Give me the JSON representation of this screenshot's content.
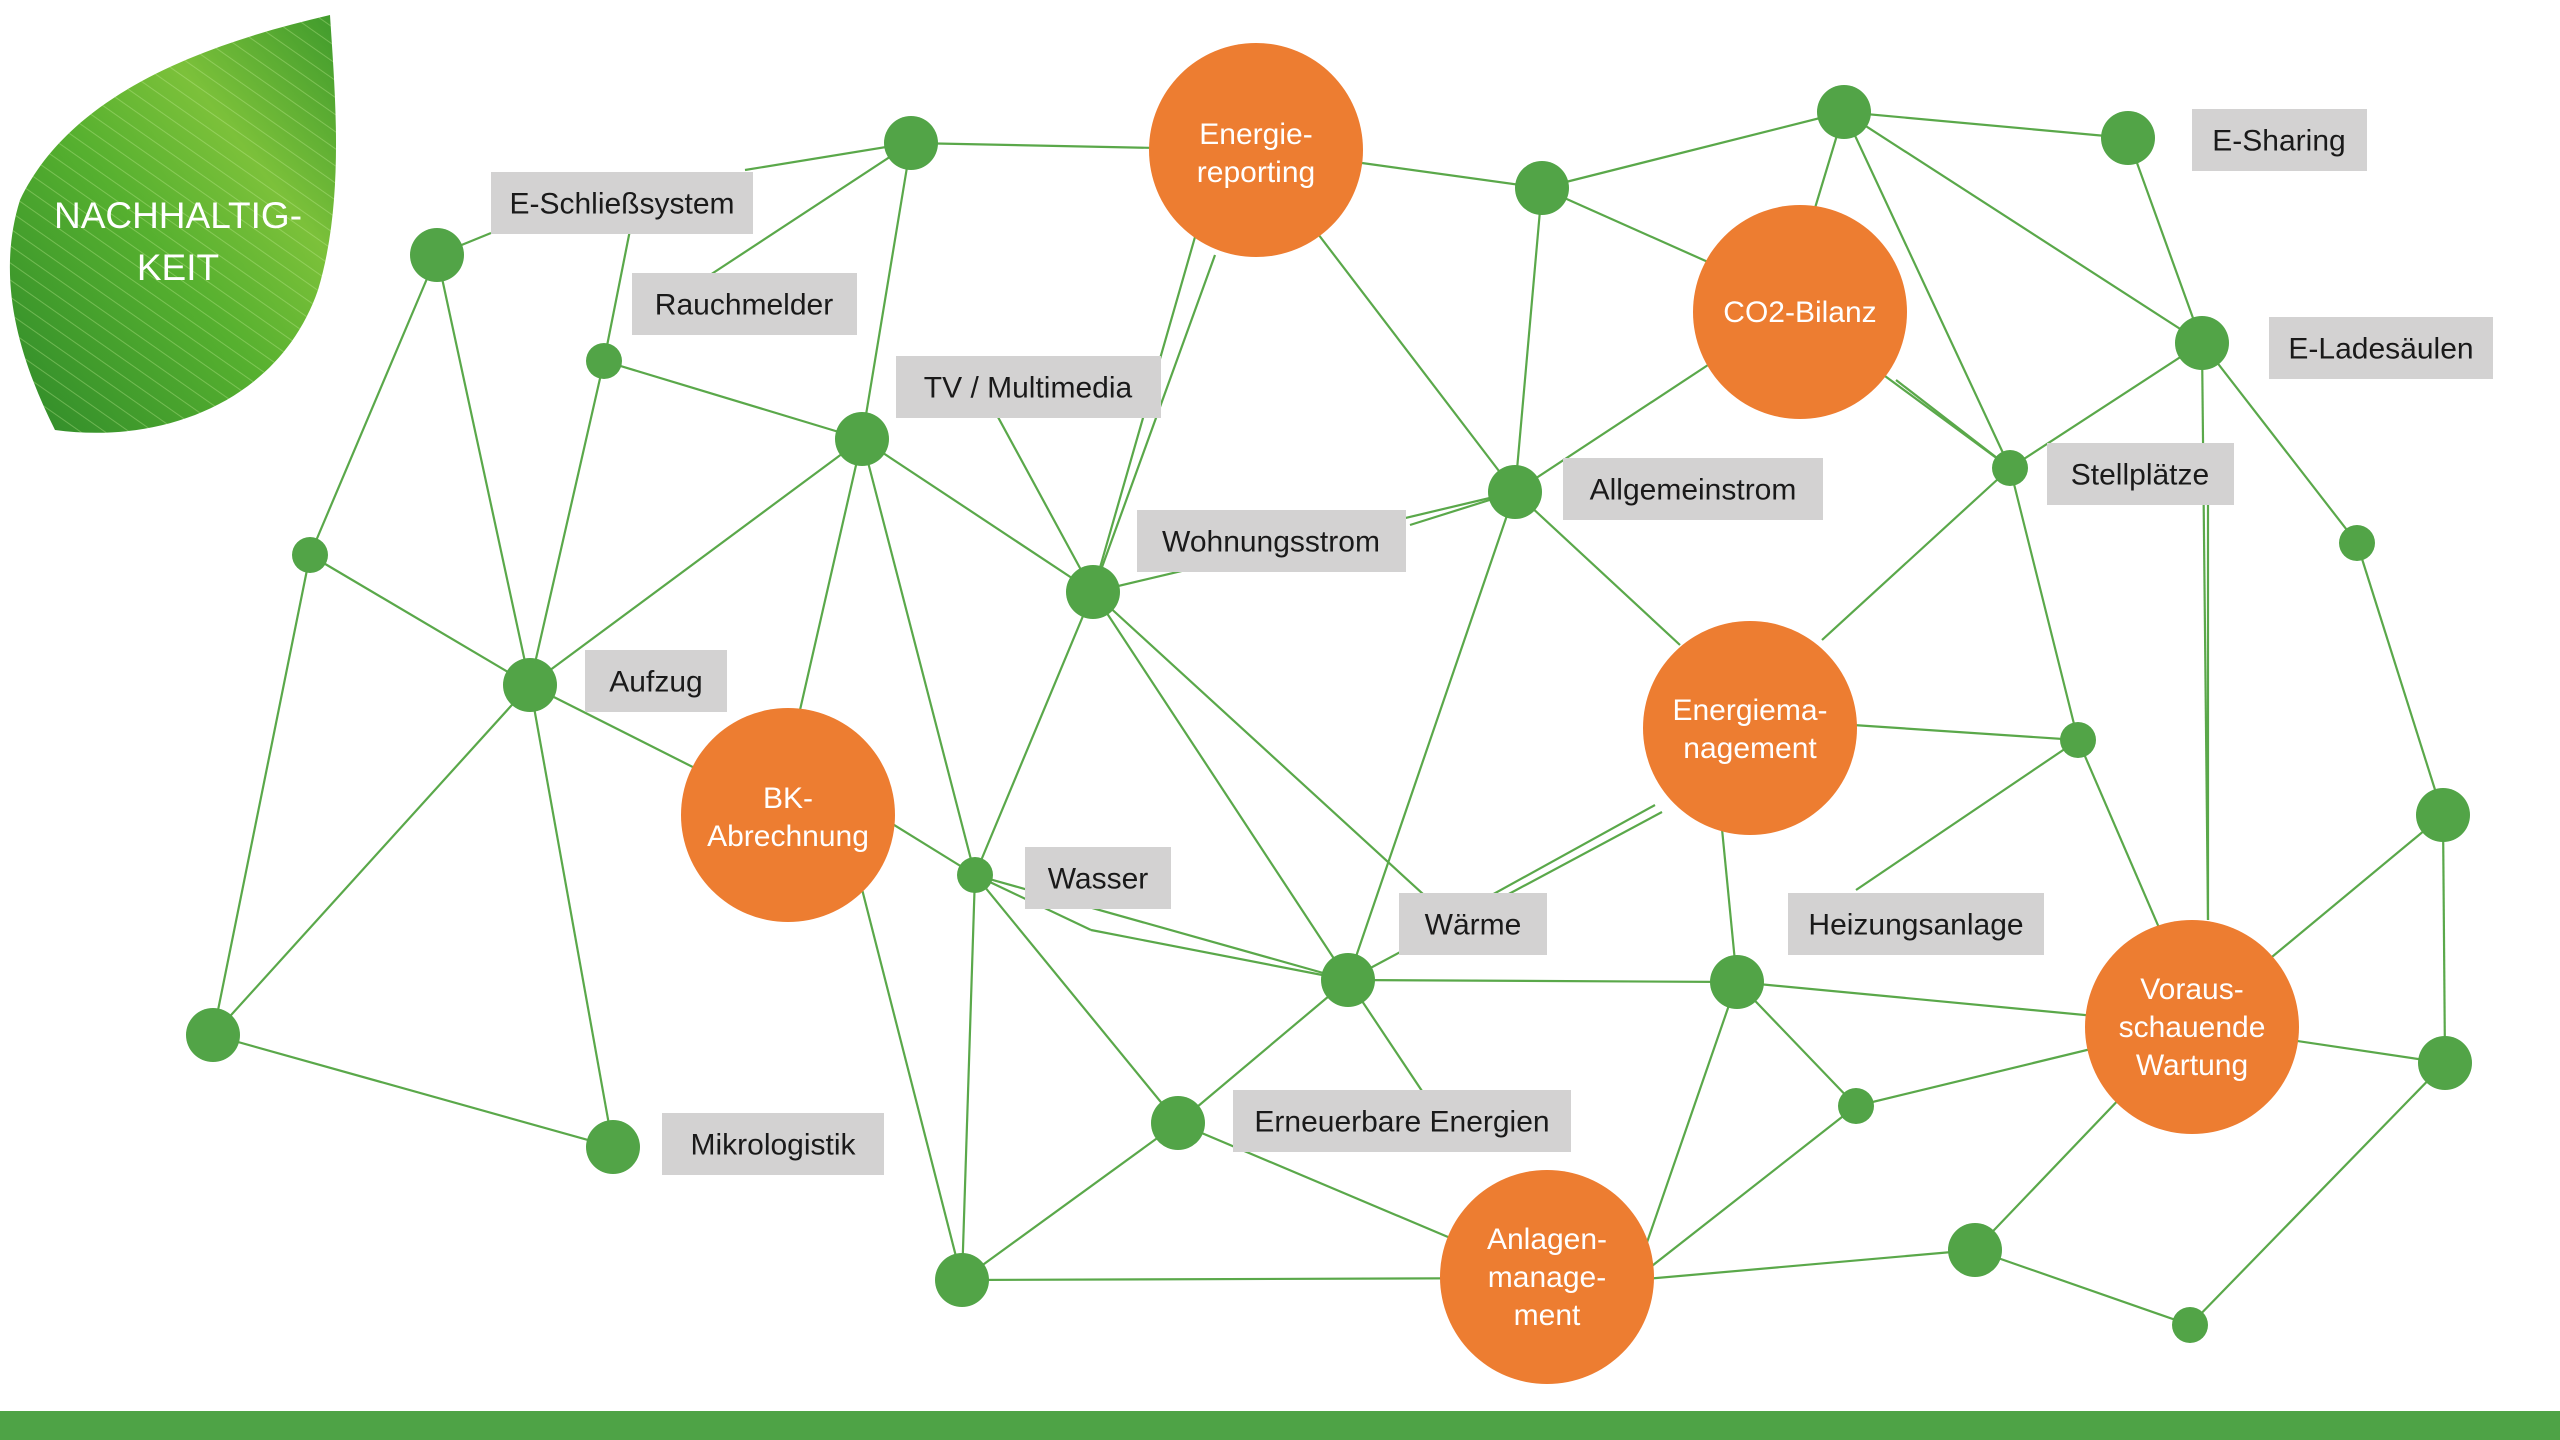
{
  "leaf": {
    "title_lines": [
      "NACHHALTIG-",
      "KEIT"
    ],
    "color": "#4ea346"
  },
  "colors": {
    "edge": "#5aa84a",
    "node": "#52a447",
    "hub": "#ed7d31",
    "label_box": "#d3d2d2",
    "footer": "#4ea346"
  },
  "hubs": [
    {
      "id": "energiereporting",
      "lines": [
        "Energie-",
        "reporting"
      ]
    },
    {
      "id": "co2-bilanz",
      "lines": [
        "CO2-Bilanz"
      ]
    },
    {
      "id": "bk-abrechnung",
      "lines": [
        "BK-",
        "Abrechnung"
      ]
    },
    {
      "id": "energiemanagement",
      "lines": [
        "Energiema-",
        "nagement"
      ]
    },
    {
      "id": "vorausschauende-wartung",
      "lines": [
        "Voraus-",
        "schauende",
        "Wartung"
      ]
    },
    {
      "id": "anlagenmanagement",
      "lines": [
        "Anlagen-",
        "manage-",
        "ment"
      ]
    }
  ],
  "labels": [
    {
      "id": "e-schliesssystem",
      "text": "E-Schließsystem"
    },
    {
      "id": "rauchmelder",
      "text": "Rauchmelder"
    },
    {
      "id": "tv-multimedia",
      "text": "TV / Multimedia"
    },
    {
      "id": "wohnungsstrom",
      "text": "Wohnungsstrom"
    },
    {
      "id": "allgemeinstrom",
      "text": "Allgemeinstrom"
    },
    {
      "id": "e-sharing",
      "text": "E-Sharing"
    },
    {
      "id": "e-ladesaeulen",
      "text": "E-Ladesäulen"
    },
    {
      "id": "stellplaetze",
      "text": "Stellplätze"
    },
    {
      "id": "aufzug",
      "text": "Aufzug"
    },
    {
      "id": "wasser",
      "text": "Wasser"
    },
    {
      "id": "waerme",
      "text": "Wärme"
    },
    {
      "id": "heizungsanlage",
      "text": "Heizungsanlage"
    },
    {
      "id": "erneuerbare-energien",
      "text": "Erneuerbare Energien"
    },
    {
      "id": "mikrologistik",
      "text": "Mikrologistik"
    }
  ]
}
